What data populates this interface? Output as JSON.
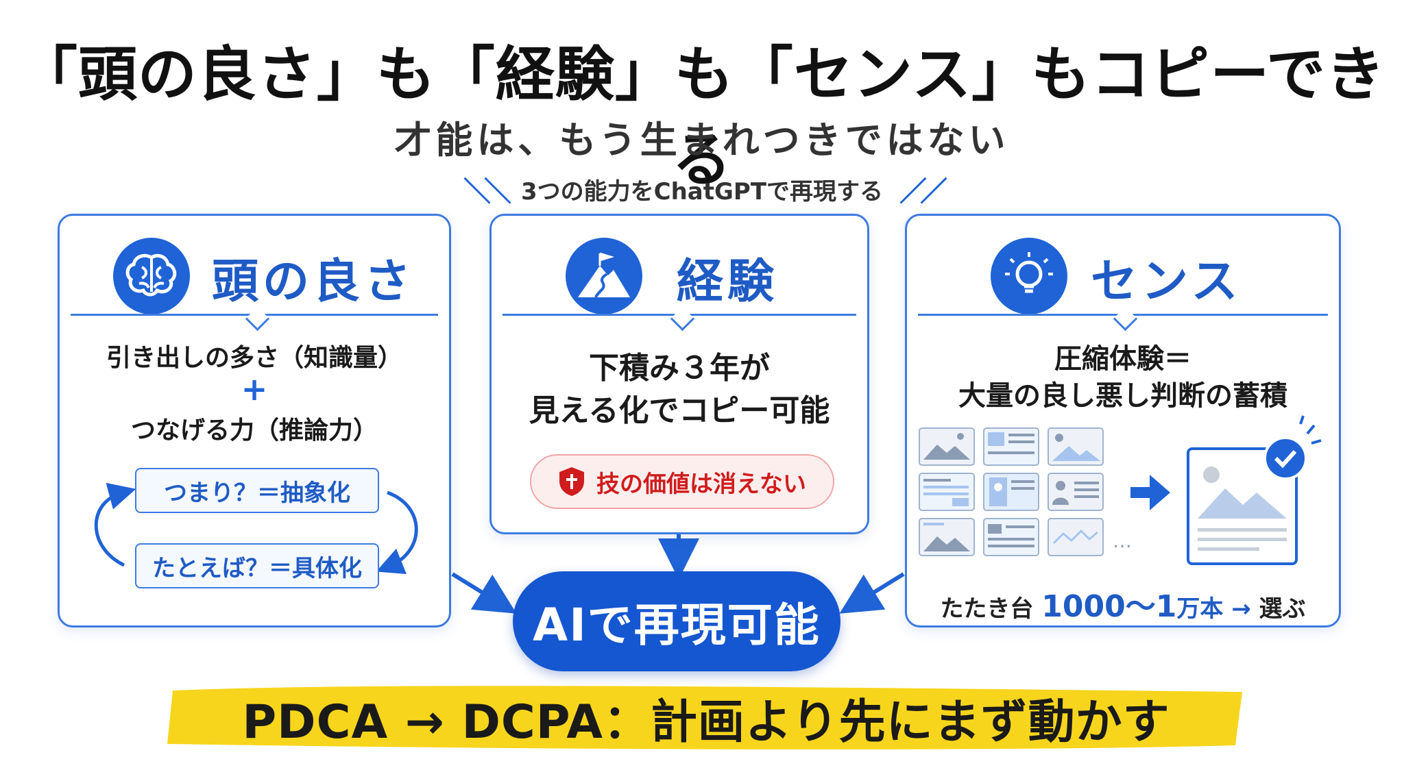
{
  "title": "「頭の良さ」も「経験」も「センス」もコピーできる",
  "subtitle": "才能は、もう生まれつきではない",
  "tagline": "3つの能力をChatGPTで再現する",
  "colors": {
    "accent": "#1f63d6",
    "warning": "#d01c1c",
    "highlight": "#f7d51c"
  },
  "cards": {
    "intelligence": {
      "icon": "brain-icon",
      "title": "頭の良さ",
      "line1": "引き出しの多さ（知識量）",
      "plus": "+",
      "line2": "つなげる力（推論力）",
      "loop": [
        "つまり？＝抽象化",
        "たとえば？＝具体化"
      ]
    },
    "experience": {
      "icon": "mountain-flag-icon",
      "title": "経験",
      "line1": "下積み３年が",
      "line2": "見える化でコピー可能",
      "badge": "技の価値は消えない"
    },
    "sense": {
      "icon": "lightbulb-icon",
      "title": "センス",
      "line1": "圧縮体験＝",
      "line2": "大量の良し悪し判断の蓄積",
      "ellipsis": "…",
      "bottom_prefix": "たたき台",
      "bottom_range": "1000〜1",
      "bottom_unit": "万本",
      "bottom_arrow": "→",
      "bottom_suffix": "選ぶ"
    }
  },
  "center": "AIで再現可能",
  "banner": "PDCA → DCPA：計画より先にまず動かす"
}
